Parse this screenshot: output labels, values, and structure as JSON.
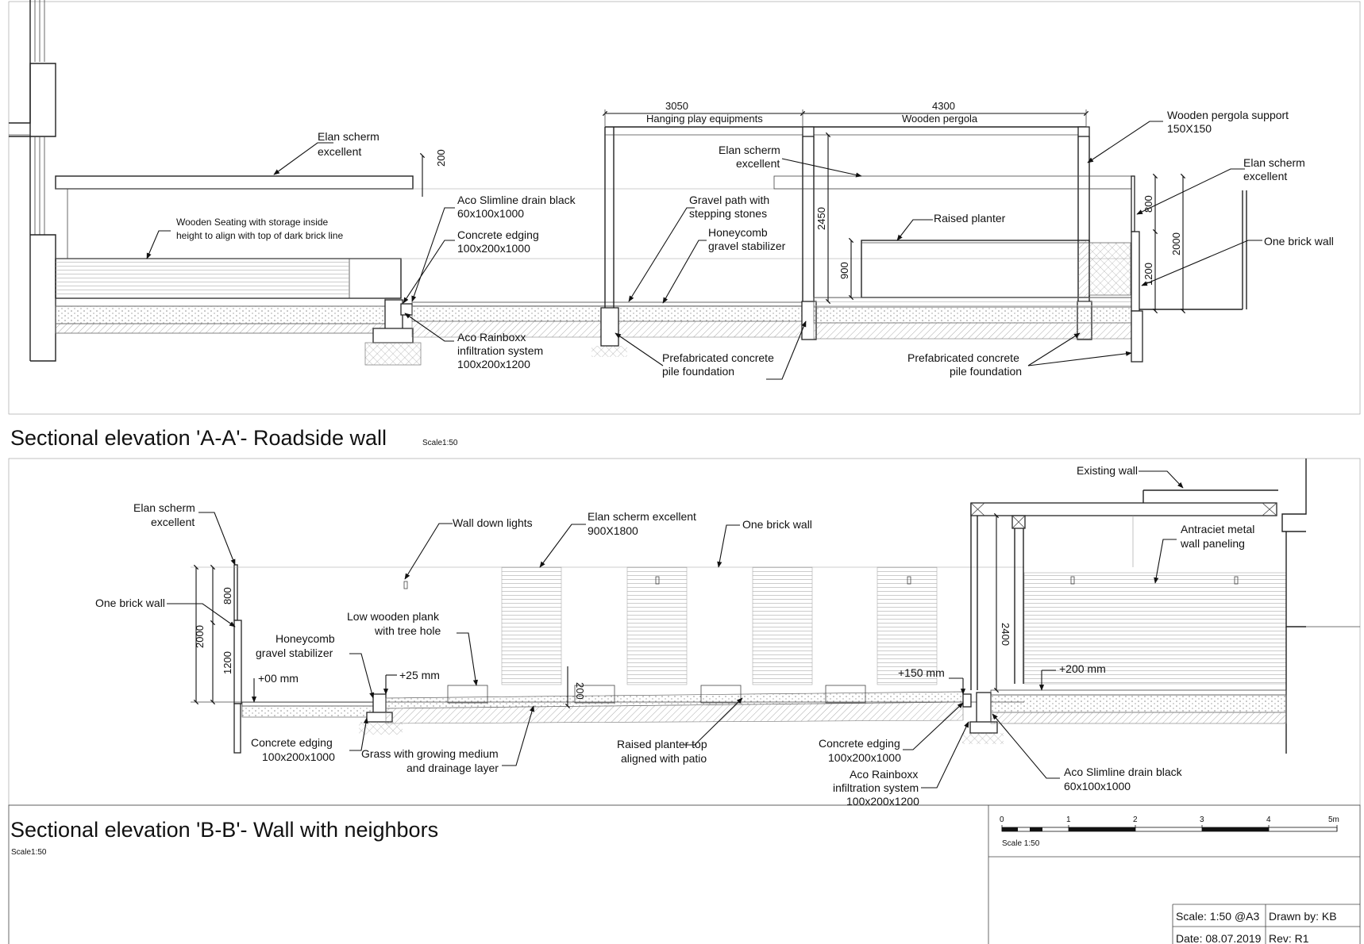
{
  "section_a": {
    "title": "Sectional elevation 'A-A'- Roadside wall",
    "scale": "Scale1:50",
    "dims": {
      "d3050": "3050",
      "hanging": "Hanging play equipments",
      "d4300": "4300",
      "pergola": "Wooden pergola",
      "d200": "200",
      "d2450": "2450",
      "d900": "900",
      "d800": "800",
      "d1200": "1200",
      "d2000": "2000"
    },
    "labels": {
      "elan1_a": "Elan scherm",
      "elan1_b": "excellent",
      "seating_a": "Wooden Seating with storage inside",
      "seating_b": "height to align with top of dark brick line",
      "aco_drain_a": "Aco Slimline drain  black",
      "aco_drain_b": "60x100x1000",
      "edging_a": "Concrete edging",
      "edging_b": "100x200x1000",
      "rainboxx_a": "Aco Rainboxx",
      "rainboxx_b": "infiltration system",
      "rainboxx_c": "100x200x1200",
      "gravel_a": "Gravel path with",
      "gravel_b": "stepping stones",
      "honey_a": "Honeycomb",
      "honey_b": "gravel stabilizer",
      "elan2_a": "Elan scherm",
      "elan2_b": "excellent",
      "planter": "Raised planter",
      "pile1_a": "Prefabricated concrete",
      "pile1_b": "pile foundation",
      "pile2_a": "Prefabricated concrete",
      "pile2_b": "pile foundation",
      "support_a": "Wooden pergola support",
      "support_b": "150X150",
      "elan3_a": "Elan scherm",
      "elan3_b": "excellent",
      "brick": "One brick wall"
    }
  },
  "section_b": {
    "title": "Sectional elevation 'B-B'- Wall with neighbors",
    "scale": "Scale1:50",
    "dims": {
      "d800": "800",
      "d2000": "2000",
      "d1200": "1200",
      "d200": "200",
      "d2400": "2400",
      "lvl00": "+00 mm",
      "lvl25": "+25 mm",
      "lvl150": "+150 mm",
      "lvl200": "+200 mm"
    },
    "labels": {
      "elan_a": "Elan scherm",
      "elan_b": "excellent",
      "brick": "One brick wall",
      "lights": "Wall down lights",
      "elanmid_a": "Elan scherm excellent",
      "elanmid_b": "900X1800",
      "brick2": "One brick wall",
      "existing": "Existing wall",
      "antraciet_a": "Antraciet metal",
      "antraciet_b": "wall paneling",
      "plank_a": "Low wooden plank",
      "plank_b": "with tree hole",
      "honey_a": "Honeycomb",
      "honey_b": "gravel stabilizer",
      "edging_a": "Concrete edging",
      "edging_b": "100x200x1000",
      "grass_a": "Grass with growing medium",
      "grass_b": "and drainage layer",
      "planter_a": "Raised planter top",
      "planter_b": "aligned with patio",
      "edging2_a": "Concrete edging",
      "edging2_b": "100x200x1000",
      "rainboxx_a": "Aco Rainboxx",
      "rainboxx_b": "infiltration system",
      "rainboxx_c": "100x200x1200",
      "drain_a": "Aco Slimline drain  black",
      "drain_b": "60x100x1000"
    }
  },
  "scale_bar": {
    "ticks": [
      "0",
      "1",
      "2",
      "3",
      "4",
      "5m"
    ],
    "label": "Scale 1:50"
  },
  "title_block": {
    "scale": "Scale: 1:50 @A3",
    "drawn_by": "Drawn by: KB",
    "date": "Date: 08.07.2019",
    "rev": "Rev: R1"
  }
}
